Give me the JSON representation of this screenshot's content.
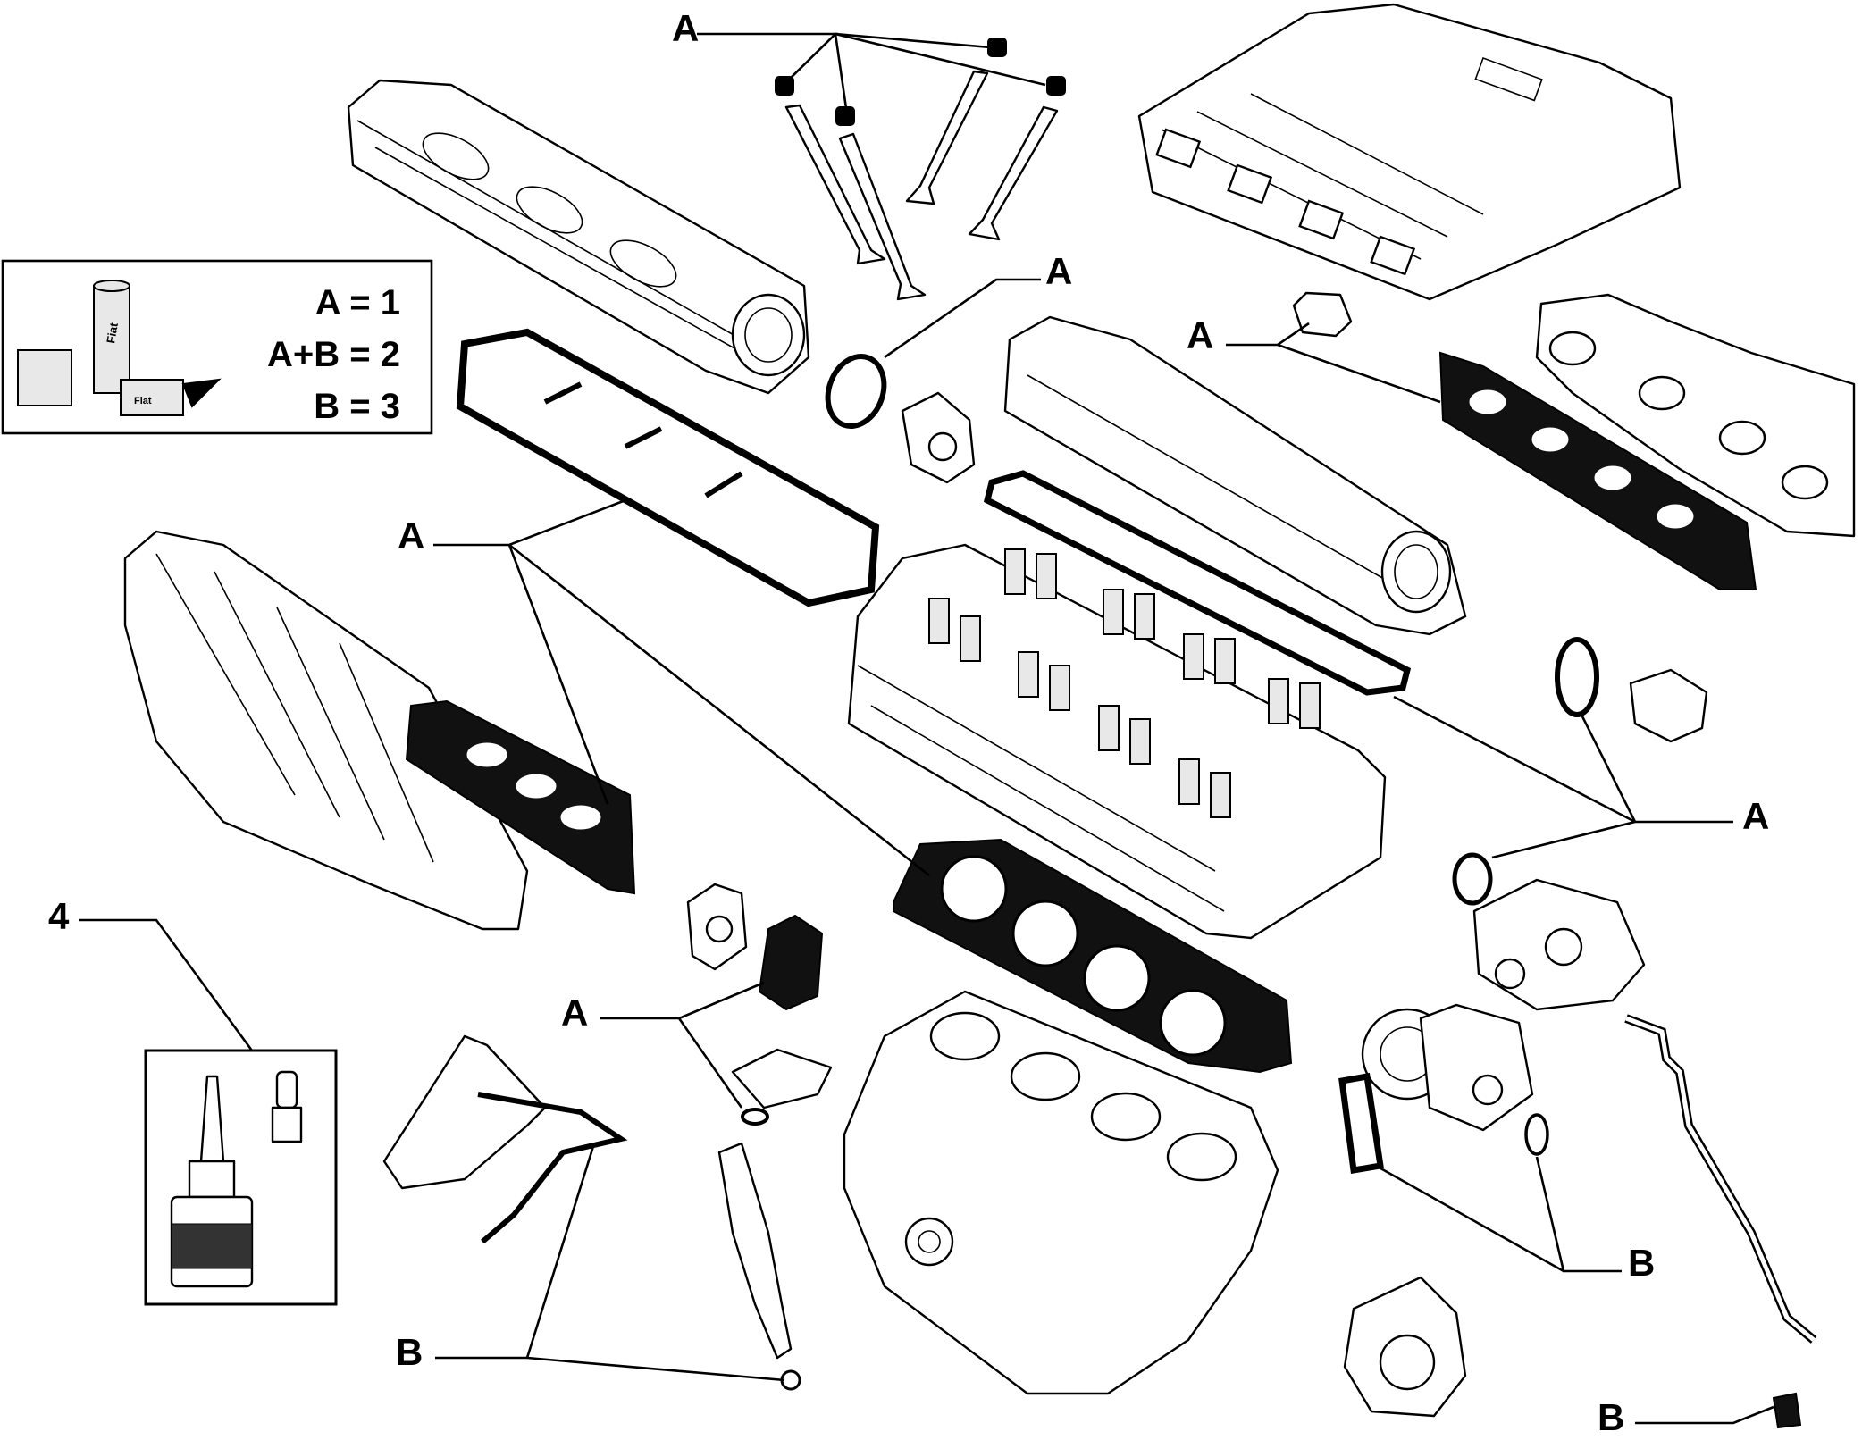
{
  "legend": {
    "line_a": "A = 1",
    "line_ab": "A+B = 2",
    "line_b": "B = 3",
    "can_text": "Fiat",
    "box_text": "Fiat"
  },
  "callouts": {
    "a_top": "A",
    "a_oring": "A",
    "a_manifold_gasket": "A",
    "a_left": "A",
    "a_right": "A",
    "a_lower": "A",
    "b_water_pump": "B",
    "b_lower_left": "B",
    "b_dipstick": "B",
    "num_4": "4"
  },
  "sealant": {
    "label_line1": "",
    "label_line2": ""
  }
}
